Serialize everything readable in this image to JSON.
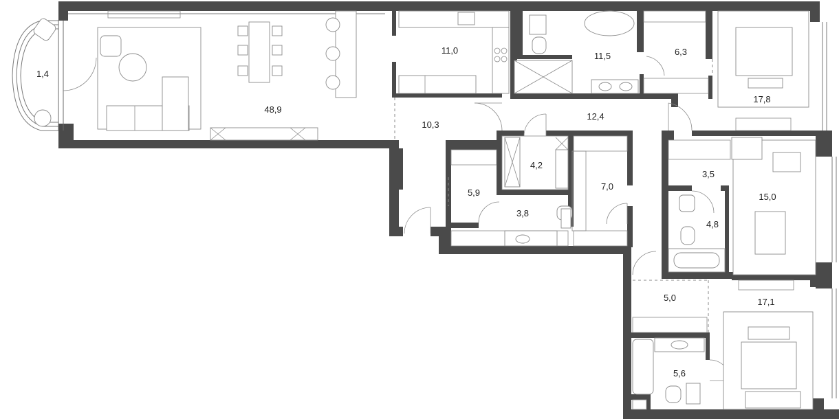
{
  "plan": {
    "rooms": [
      {
        "id": "balcony",
        "area": "1,4"
      },
      {
        "id": "living",
        "area": "48,9"
      },
      {
        "id": "kitchen",
        "area": "11,0"
      },
      {
        "id": "bath-main",
        "area": "11,5"
      },
      {
        "id": "wardrobe-master",
        "area": "6,3"
      },
      {
        "id": "bedroom-master",
        "area": "17,8"
      },
      {
        "id": "hall",
        "area": "10,3"
      },
      {
        "id": "corridor",
        "area": "12,4"
      },
      {
        "id": "storage-a",
        "area": "4,2"
      },
      {
        "id": "closet-a",
        "area": "5,9"
      },
      {
        "id": "wc",
        "area": "3,8"
      },
      {
        "id": "wardrobe-b",
        "area": "7,0"
      },
      {
        "id": "closet-b",
        "area": "3,5"
      },
      {
        "id": "bath-b",
        "area": "4,8"
      },
      {
        "id": "bedroom-b",
        "area": "15,0"
      },
      {
        "id": "hall-b",
        "area": "5,0"
      },
      {
        "id": "bedroom-c",
        "area": "17,1"
      },
      {
        "id": "bath-c",
        "area": "5,6"
      }
    ]
  },
  "colors": {
    "wall": "#4a4a4a",
    "line": "#8a8a8a",
    "text": "#222222"
  }
}
